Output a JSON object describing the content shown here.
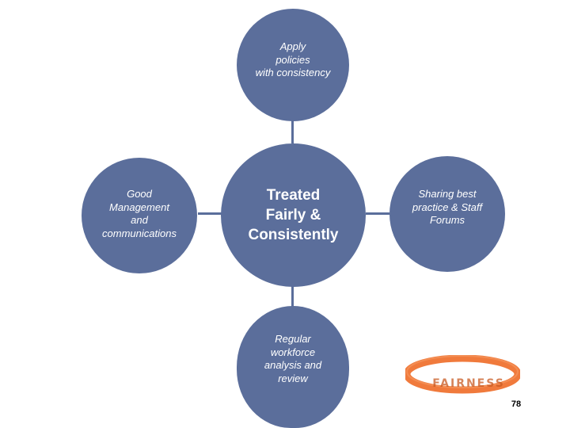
{
  "diagram": {
    "center": {
      "text": "Treated\nFairly &\nConsistently"
    },
    "top": {
      "text": "Apply\npolicies\nwith consistency"
    },
    "left": {
      "text": "Good\nManagement\nand\ncommunications"
    },
    "right": {
      "text": "Sharing best\npractice & Staff\nForums"
    },
    "bottom": {
      "text": "Regular\nworkforce\nanalysis  and\nreview"
    }
  },
  "wristband": {
    "text": "FAIRNESS"
  },
  "page_number": "78",
  "colors": {
    "circle_fill": "#5b6e9b",
    "connector": "#5b6e9b",
    "text": "#ffffff",
    "wristband": "#f07a3c"
  }
}
